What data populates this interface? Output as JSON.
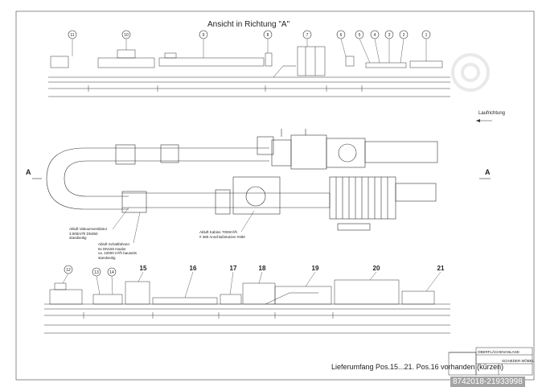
{
  "drawing": {
    "view_title": "Ansicht in Richtung \"A\"",
    "flow_direction": "Laufrichtung",
    "section_marker": "A",
    "top_markers": [
      "11",
      "10",
      "9",
      "8",
      "7",
      "6",
      "5",
      "4",
      "3",
      "2",
      "1"
    ],
    "bottom_markers": [
      "12",
      "13",
      "14",
      "15",
      "16",
      "17",
      "18",
      "19",
      "20",
      "21"
    ],
    "notes": {
      "vent": "Abluft Vakuumventilator\n3.000m³/h DN350\nstandseitig",
      "switch": "Abluft Schaltfahnen\n6x DN150 Haube\nca. 10000 m³/h bauseits\nstandseitig",
      "cabin": "Abluft Kabine 7000m³/h\n# 380 Anschlußstutzen #480"
    },
    "scope_text": "Lieferumfang Pos.15...21. Pos.16 vorhanden (kürzen)",
    "title_block": {
      "system": "OBERFLÄCHENANLAGE",
      "company": "SCHIEDER MÖBEL"
    }
  },
  "watermark": "8742018-21933998",
  "colors": {
    "line": "#333333",
    "watermark_bg": "#a4a4a4"
  }
}
